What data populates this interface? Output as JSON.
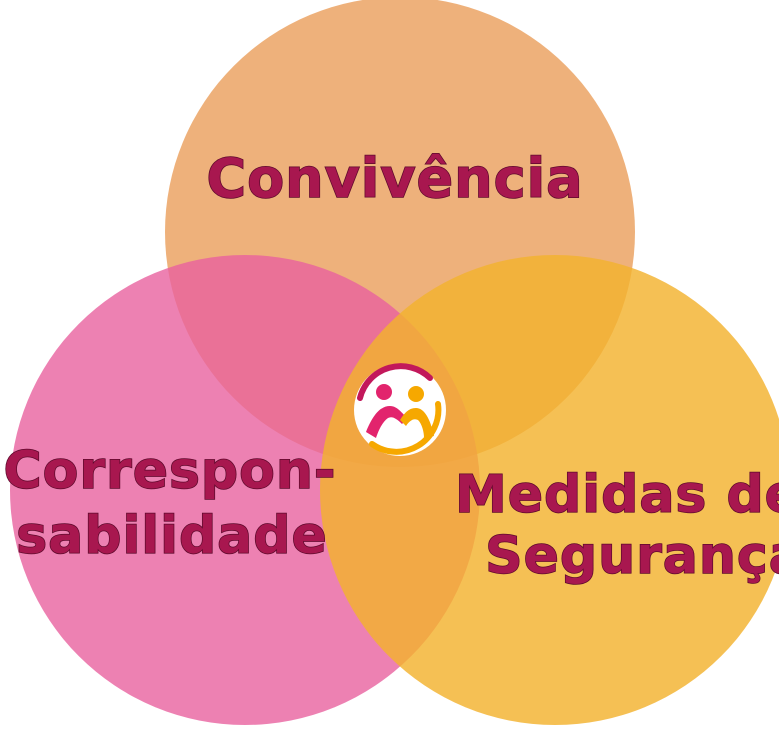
{
  "diagram": {
    "type": "venn",
    "circles": [
      {
        "id": "top",
        "label": "Convivência",
        "color": "#eba364"
      },
      {
        "id": "left",
        "label_lines": [
          "Correspon-",
          "sabilidade"
        ],
        "color": "#e8619f"
      },
      {
        "id": "right",
        "label_lines": [
          "Medidas de",
          "Segurança"
        ],
        "color": "#f3b22e"
      }
    ],
    "center_logo": {
      "icon": "two-people-handshake-logo",
      "colors": {
        "ring": "#c2185b",
        "person_left": "#e2246d",
        "person_right": "#f6a800",
        "background": "#ffffff"
      }
    },
    "text_color": "#a8174f"
  }
}
